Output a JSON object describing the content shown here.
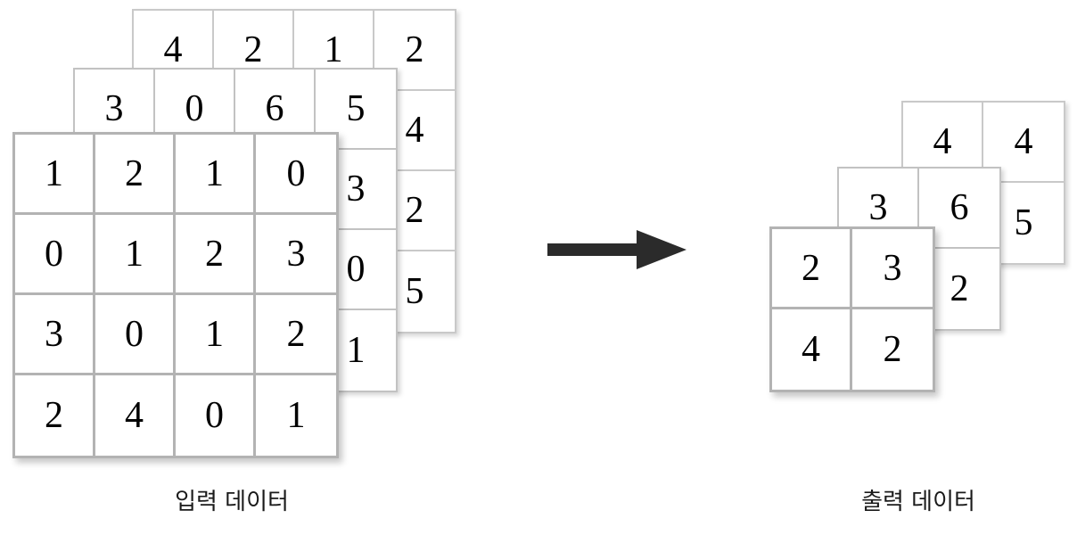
{
  "diagram": {
    "title": "Convolution / pooling input-output feature map diagram",
    "arrow": {
      "name": "flow-arrow",
      "direction": "right",
      "color": "#2b2b2b"
    },
    "colors": {
      "background": "#ffffff",
      "front_border": "#b3b3b3",
      "mid_border": "#c2c2c2",
      "back_border": "#c9c9c9",
      "text": "#000000",
      "arrow": "#2b2b2b",
      "caption": "#1a1a1a"
    }
  },
  "input": {
    "caption": "입력 데이터",
    "rows": 4,
    "cols": 4,
    "layers": [
      {
        "name": "input-layer-back",
        "depth": "back",
        "values": [
          [
            "4",
            "2",
            "1",
            "2"
          ],
          [
            "",
            "",
            "",
            "4"
          ],
          [
            "",
            "",
            "",
            "2"
          ],
          [
            "",
            "",
            "",
            "5"
          ]
        ]
      },
      {
        "name": "input-layer-middle",
        "depth": "middle",
        "values": [
          [
            "3",
            "0",
            "6",
            "5"
          ],
          [
            "",
            "",
            "",
            "3"
          ],
          [
            "",
            "",
            "",
            "0"
          ],
          [
            "",
            "",
            "",
            "1"
          ]
        ]
      },
      {
        "name": "input-layer-front",
        "depth": "front",
        "values": [
          [
            "1",
            "2",
            "1",
            "0"
          ],
          [
            "0",
            "1",
            "2",
            "3"
          ],
          [
            "3",
            "0",
            "1",
            "2"
          ],
          [
            "2",
            "4",
            "0",
            "1"
          ]
        ]
      }
    ]
  },
  "output": {
    "caption": "출력 데이터",
    "rows": 2,
    "cols": 2,
    "layers": [
      {
        "name": "output-layer-back",
        "depth": "back",
        "values": [
          [
            "4",
            "4"
          ],
          [
            "",
            "5"
          ]
        ]
      },
      {
        "name": "output-layer-middle",
        "depth": "middle",
        "values": [
          [
            "3",
            "6"
          ],
          [
            "",
            "2"
          ]
        ]
      },
      {
        "name": "output-layer-front",
        "depth": "front",
        "values": [
          [
            "2",
            "3"
          ],
          [
            "4",
            "2"
          ]
        ]
      }
    ]
  }
}
